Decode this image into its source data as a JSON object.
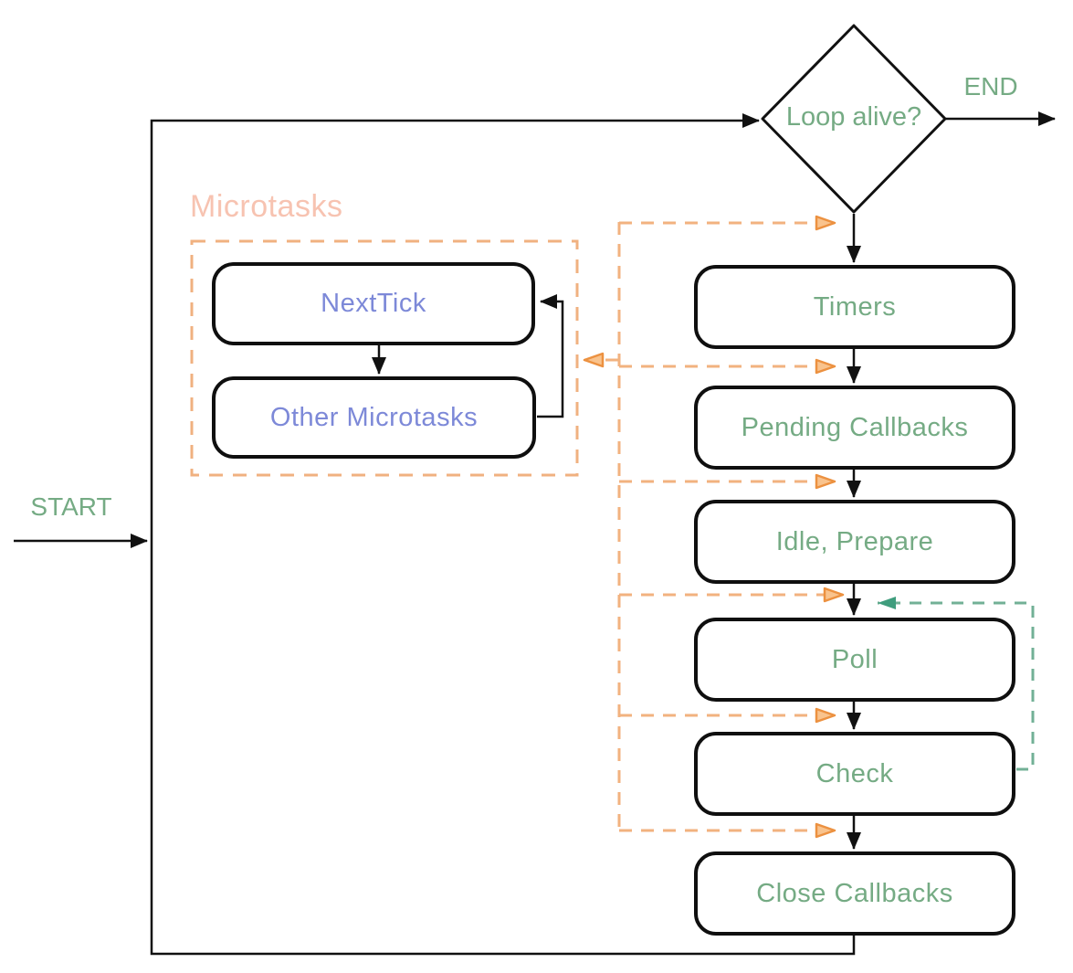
{
  "diagram": {
    "start_label": "START",
    "end_label": "END",
    "decision": {
      "label": "Loop alive?"
    },
    "microtasks": {
      "title": "Microtasks",
      "items": [
        {
          "label": "NextTick"
        },
        {
          "label": "Other Microtasks"
        }
      ]
    },
    "phases": [
      {
        "label": "Timers"
      },
      {
        "label": "Pending Callbacks"
      },
      {
        "label": "Idle, Prepare"
      },
      {
        "label": "Poll"
      },
      {
        "label": "Check"
      },
      {
        "label": "Close Callbacks"
      }
    ],
    "colors": {
      "phase_text": "#75ab84",
      "microtask_text": "#7d89d8",
      "microtasks_title": "#f7c3b1",
      "orange_dash": "#f2b27f",
      "orange_arrow": "#ec9140",
      "teal_dash": "#72b096",
      "teal_arrow": "#3f9d7d",
      "line": "#111111"
    }
  }
}
